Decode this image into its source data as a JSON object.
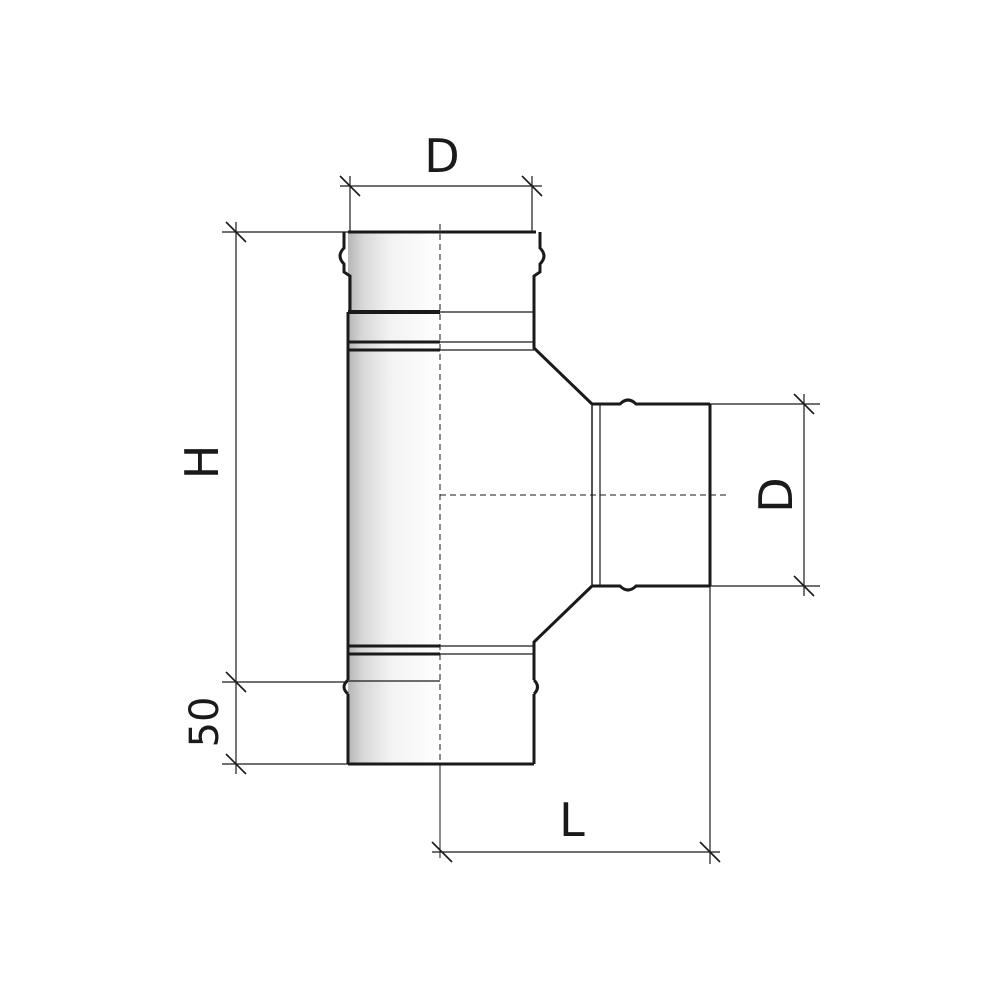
{
  "diagram": {
    "type": "technical-drawing",
    "subject": "pipe-tee",
    "colors": {
      "line": "#1a1a1a",
      "shade_dark": "#a9a9a9",
      "shade_light": "#f4f4f4",
      "background": "#ffffff"
    },
    "dimensions": {
      "top_diameter": "D",
      "branch_diameter": "D",
      "height": "H",
      "bottom_length": "50",
      "branch_length": "L"
    }
  }
}
